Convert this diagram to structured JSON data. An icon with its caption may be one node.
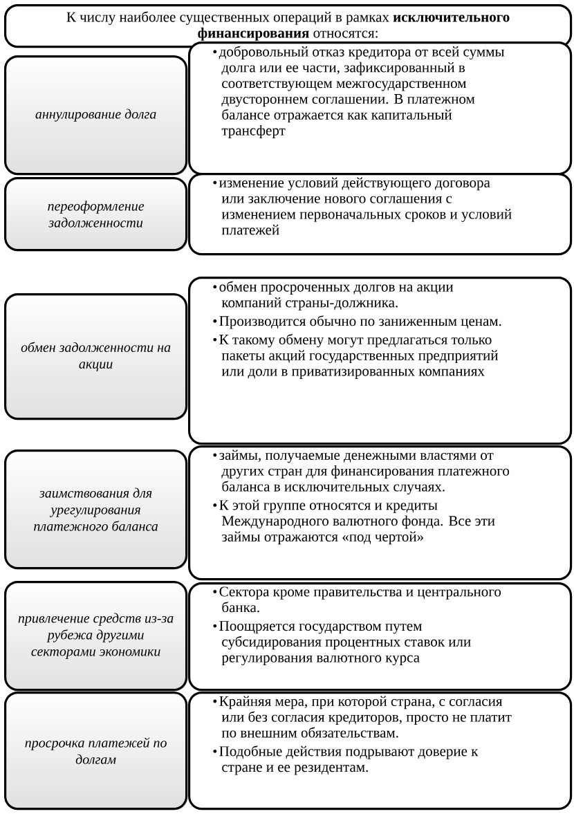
{
  "diagram": {
    "nodes": [
      {
        "text": [
          "К числу наиболее существенных операций в рамках **исключительного финансирования** относятся:"
        ]
      },
      {
        "text": [
          "аннулирование долга"
        ]
      },
      {
        "text": [
          "добровольный отказ кредитора от всей суммы долга или ее части, зафиксированный в соответствующем межгосударственном двустороннем соглашении. В платежном балансе отражается как капитальный трансферт"
        ]
      },
      {
        "text": [
          "переоформление задолженности"
        ]
      },
      {
        "text": [
          "изменение условий действующего договора или заключение нового соглашения с изменением первоначальных сроков и условий платежей"
        ]
      },
      {
        "text": [
          "обмен задолженности на акции"
        ]
      },
      {
        "text": [
          "обмен просроченных долгов на акции компаний страны-должника.",
          "Производится обычно по заниженным ценам.",
          "К такому обмену могут предлагаться только пакеты акций государственных предприятий или доли в приватизированных компаниях"
        ]
      },
      {
        "text": [
          "заимствования для урегулирования платежного баланса"
        ]
      },
      {
        "text": [
          "займы, получаемые денежными властями от других стран для финансирования платежного баланса в исключительных случаях.",
          "К этой группе относятся и кредиты Международного валютного фонда. Все эти займы отражаются «под чертой»"
        ]
      },
      {
        "text": [
          "привлечение средств из-за рубежа другими секторами экономики"
        ]
      },
      {
        "text": [
          "Сектора кроме правительства и центрального банка.",
          "Поощряется государством путем субсидирования процентных ставок или регулирования валютного курса"
        ]
      },
      {
        "text": [
          "просрочка платежей по долгам"
        ]
      },
      {
        "text": [
          "Крайняя мера, при которой страна, с согласия или без согласия кредиторов, просто не платит по внешним обязательствам.",
          "Подобные действия подрывают доверие к стране и ее резидентам."
        ]
      }
    ]
  }
}
